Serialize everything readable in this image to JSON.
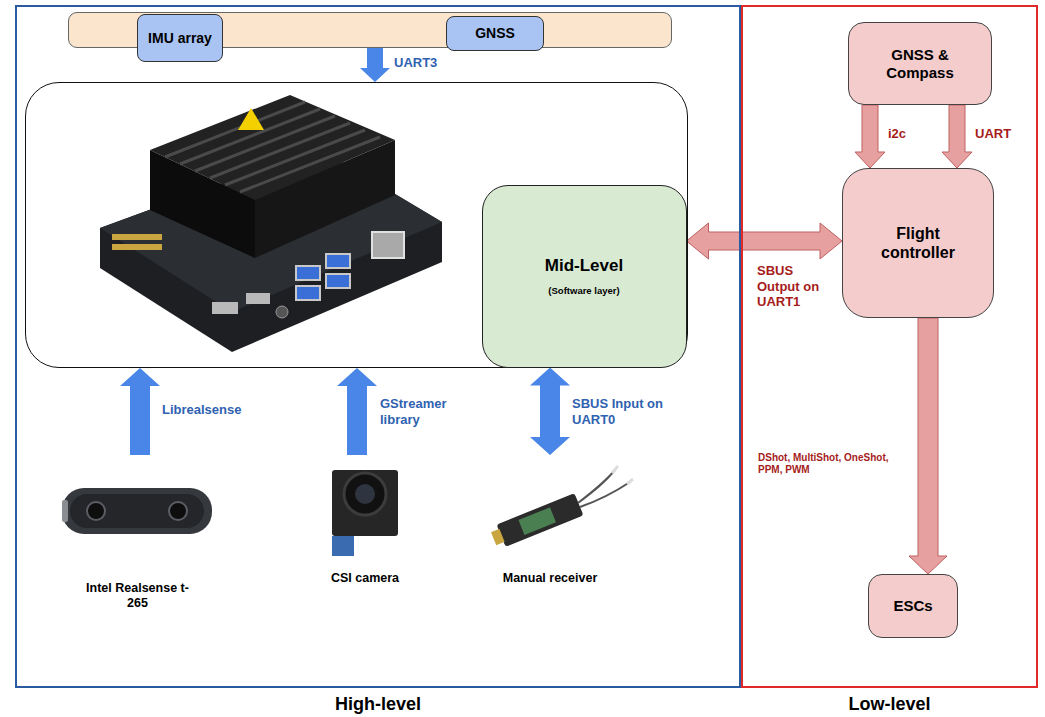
{
  "diagram": {
    "nodes": [
      {
        "text": [
          "High-level"
        ]
      },
      {
        "text": [
          "Low-level"
        ]
      },
      {
        "text": [],
        "in": 0
      },
      {
        "text": [
          "IMU array"
        ],
        "in": 2
      },
      {
        "text": [
          "GNSS"
        ],
        "in": 2
      },
      {
        "text": [],
        "in": 0
      },
      {
        "text": [
          "Mid-Level",
          "(Software layer)"
        ],
        "in": 5
      },
      {
        "text": [
          "Intel Realsense t-265"
        ],
        "in": 0
      },
      {
        "text": [
          "CSI camera"
        ],
        "in": 0
      },
      {
        "text": [
          "Manual receiver"
        ],
        "in": 0
      },
      {
        "text": [
          "GNSS & Compass"
        ],
        "in": 1
      },
      {
        "text": [
          "Flight controller"
        ],
        "in": 1
      },
      {
        "text": [
          "ESCs"
        ],
        "in": 1
      }
    ],
    "edges": [
      {
        "from": 2,
        "to": 5,
        "arrow": "to",
        "label": "UART3"
      },
      {
        "from": 7,
        "to": 5,
        "arrow": "to",
        "label": "Librealsense"
      },
      {
        "from": 8,
        "to": 5,
        "arrow": "to",
        "label": "GStreamer library"
      },
      {
        "from": 6,
        "to": 9,
        "arrow": "both",
        "label": "SBUS Input on UART0"
      },
      {
        "from": 6,
        "to": 11,
        "arrow": "both",
        "label": "SBUS Output on UART1"
      },
      {
        "from": 10,
        "to": 11,
        "arrow": "to",
        "label": "i2c"
      },
      {
        "from": 10,
        "to": 11,
        "arrow": "to",
        "label": "UART"
      },
      {
        "from": 11,
        "to": 12,
        "arrow": "to",
        "label": "DShot, MultiShot, OneShot, PPM, PWM"
      }
    ]
  }
}
